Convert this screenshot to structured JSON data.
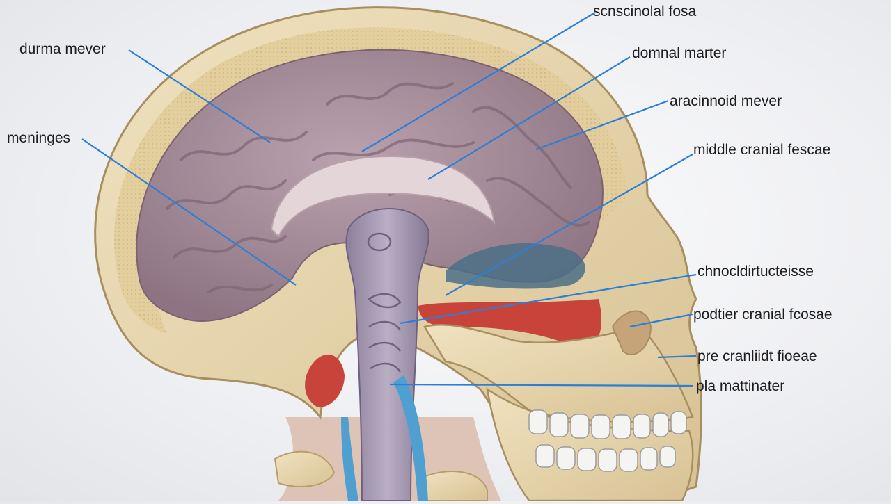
{
  "diagram": {
    "labels": [
      {
        "id": "dura",
        "text": "durma mever"
      },
      {
        "id": "menin",
        "text": "meninges"
      },
      {
        "id": "sensc",
        "text": "scnscinolal fosa"
      },
      {
        "id": "domal",
        "text": "domnal marter"
      },
      {
        "id": "arach",
        "text": "aracinnoid mever"
      },
      {
        "id": "middle",
        "text": "middle cranial fescae"
      },
      {
        "id": "chno",
        "text": "chnocldirtucteisse"
      },
      {
        "id": "podt",
        "text": "podtier cranial fcosae"
      },
      {
        "id": "pre",
        "text": "pre cranliidt fioeae"
      },
      {
        "id": "pla",
        "text": "pla mattinater"
      }
    ],
    "colors": {
      "leader": "#2b7fd6",
      "bone": "#e6d3a9",
      "brain": "#a98f9c",
      "artery": "#c8433a",
      "vein": "#4f9fd0",
      "background": "#eff0f3"
    }
  }
}
